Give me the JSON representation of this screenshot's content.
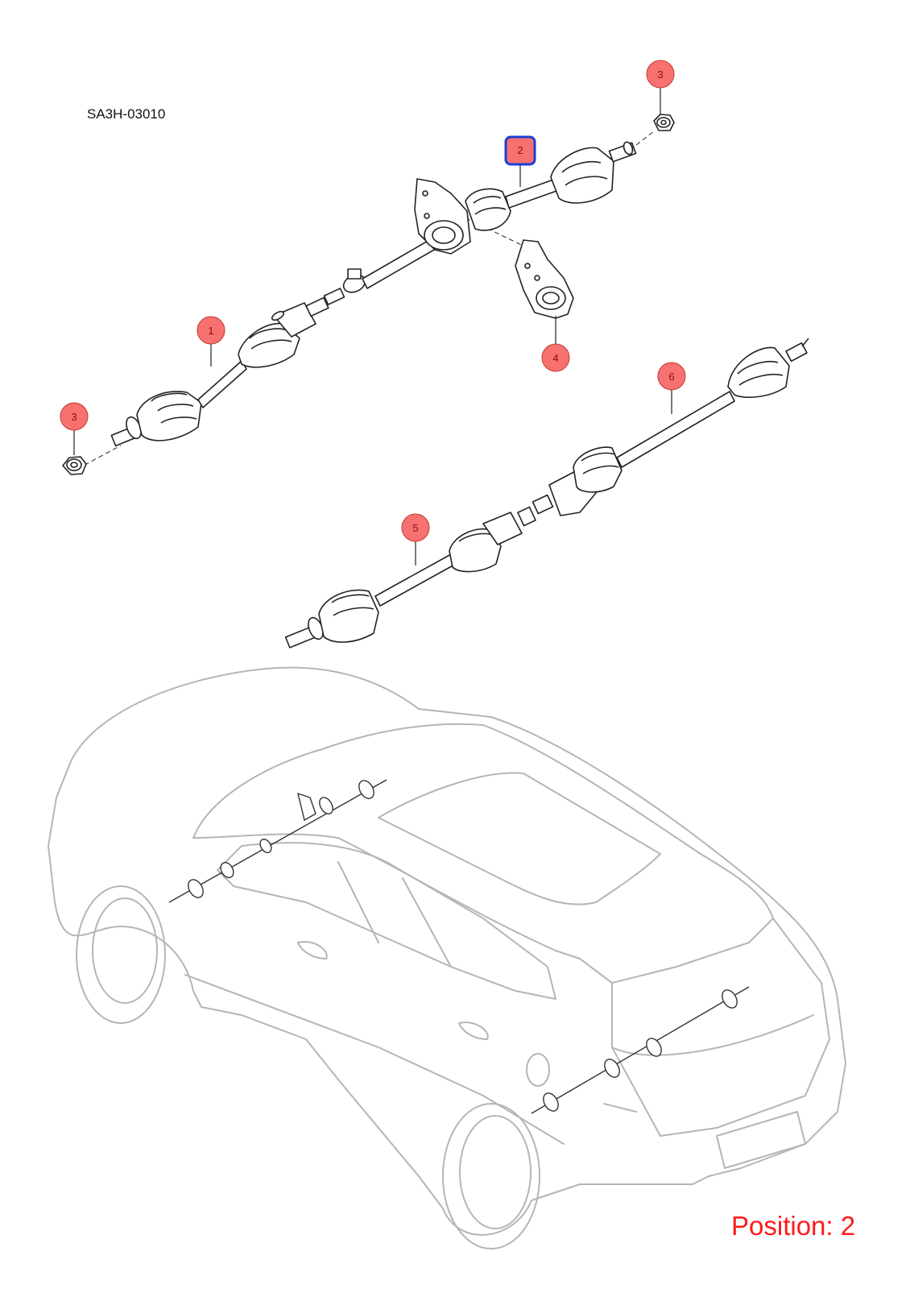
{
  "diagram": {
    "code": "SA3H-03010",
    "position_label": "Position: 2",
    "selected_callout": "2",
    "colors": {
      "callout_fill": "#f87171",
      "callout_stroke": "#c0392b",
      "selected_outline": "#1a3fd6",
      "position_text": "#ff1a1a",
      "part_line": "#222222",
      "car_line": "#b5b5b5"
    },
    "callouts": [
      {
        "id": "1",
        "label": "1"
      },
      {
        "id": "2",
        "label": "2"
      },
      {
        "id": "3a",
        "label": "3"
      },
      {
        "id": "3b",
        "label": "3"
      },
      {
        "id": "4",
        "label": "4"
      },
      {
        "id": "5",
        "label": "5"
      },
      {
        "id": "6",
        "label": "6"
      }
    ]
  }
}
